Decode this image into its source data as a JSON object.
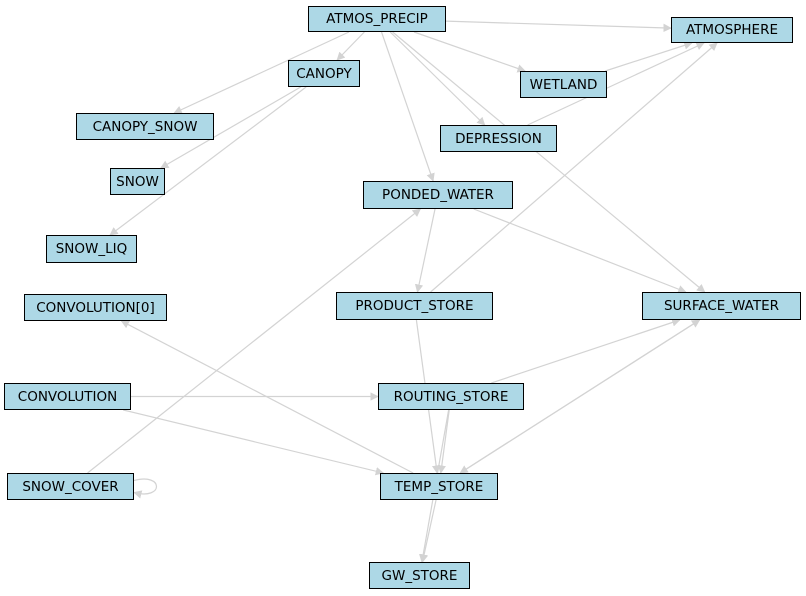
{
  "colors": {
    "node_fill": "#add8e6",
    "node_border": "#000000",
    "edge": "#d3d3d3",
    "background": "#ffffff"
  },
  "nodes": {
    "atmos_precip": "ATMOS_PRECIP",
    "atmosphere": "ATMOSPHERE",
    "canopy": "CANOPY",
    "wetland": "WETLAND",
    "canopy_snow": "CANOPY_SNOW",
    "depression": "DEPRESSION",
    "snow": "SNOW",
    "ponded_water": "PONDED_WATER",
    "snow_liq": "SNOW_LIQ",
    "convolution_0": "CONVOLUTION[0]",
    "product_store": "PRODUCT_STORE",
    "surface_water": "SURFACE_WATER",
    "convolution": "CONVOLUTION",
    "routing_store": "ROUTING_STORE",
    "snow_cover": "SNOW_COVER",
    "temp_store": "TEMP_STORE",
    "gw_store": "GW_STORE"
  },
  "edges": [
    {
      "from": "atmos_precip",
      "to": "atmosphere"
    },
    {
      "from": "atmos_precip",
      "to": "canopy"
    },
    {
      "from": "atmos_precip",
      "to": "canopy_snow"
    },
    {
      "from": "atmos_precip",
      "to": "wetland"
    },
    {
      "from": "atmos_precip",
      "to": "depression"
    },
    {
      "from": "atmos_precip",
      "to": "ponded_water"
    },
    {
      "from": "atmos_precip",
      "to": "surface_water"
    },
    {
      "from": "canopy",
      "to": "snow"
    },
    {
      "from": "canopy",
      "to": "snow_liq"
    },
    {
      "from": "wetland",
      "to": "atmosphere"
    },
    {
      "from": "depression",
      "to": "atmosphere"
    },
    {
      "from": "ponded_water",
      "to": "product_store"
    },
    {
      "from": "ponded_water",
      "to": "surface_water"
    },
    {
      "from": "product_store",
      "to": "atmosphere"
    },
    {
      "from": "product_store",
      "to": "temp_store"
    },
    {
      "from": "convolution",
      "to": "routing_store"
    },
    {
      "from": "convolution",
      "to": "temp_store"
    },
    {
      "from": "snow_cover",
      "to": "ponded_water"
    },
    {
      "from": "snow_cover",
      "to": "snow_cover"
    },
    {
      "from": "routing_store",
      "to": "surface_water"
    },
    {
      "from": "routing_store",
      "to": "temp_store"
    },
    {
      "from": "temp_store",
      "to": "convolution_0"
    },
    {
      "from": "temp_store",
      "to": "surface_water"
    },
    {
      "from": "surface_water",
      "to": "temp_store"
    },
    {
      "from": "temp_store",
      "to": "gw_store"
    },
    {
      "from": "routing_store",
      "to": "gw_store"
    }
  ]
}
